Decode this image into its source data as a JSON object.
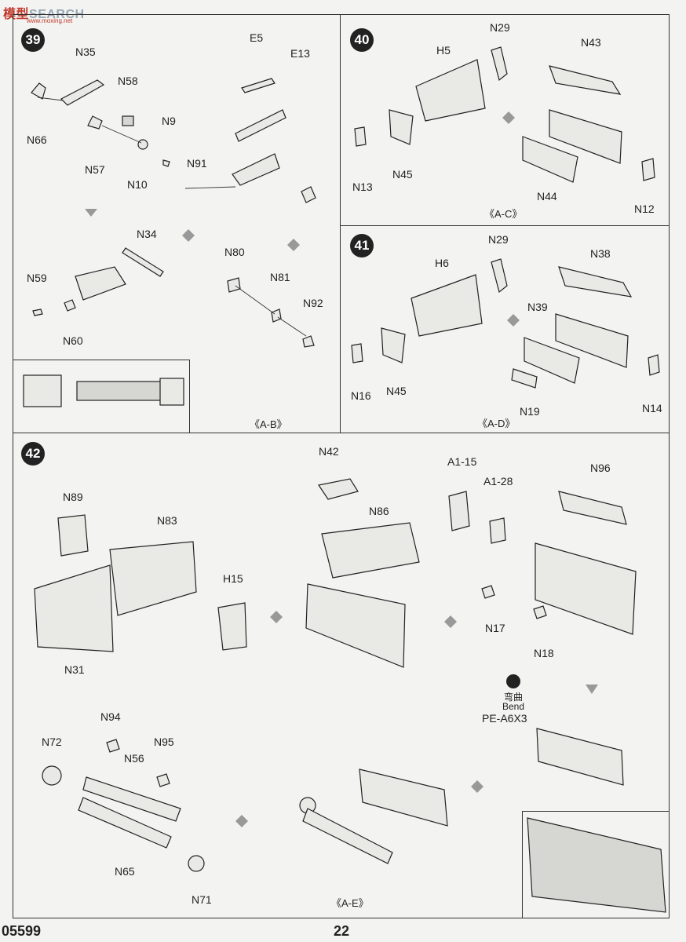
{
  "watermark": {
    "cn": "模型",
    "en": "SEARCH",
    "sub": "www.moxing.net"
  },
  "footer": {
    "code": "05599",
    "page": "22"
  },
  "steps": {
    "s39": {
      "number": "39",
      "labels": [
        "N35",
        "N58",
        "E5",
        "E13",
        "N66",
        "N9",
        "N57",
        "N10",
        "N91",
        "N34",
        "N80",
        "N59",
        "N81",
        "N92",
        "N60"
      ],
      "subassembly": "《A-B》"
    },
    "s40": {
      "number": "40",
      "labels": [
        "N29",
        "H5",
        "N43",
        "N13",
        "N45",
        "N44",
        "N12"
      ],
      "subassembly": "《A-C》"
    },
    "s41": {
      "number": "41",
      "labels": [
        "N29",
        "H6",
        "N38",
        "N39",
        "N16",
        "N45",
        "N19",
        "N14"
      ],
      "subassembly": "《A-D》"
    },
    "s42": {
      "number": "42",
      "labels": [
        "N42",
        "A1-15",
        "A1-28",
        "N96",
        "N89",
        "N83",
        "N86",
        "H15",
        "N31",
        "N17",
        "N18",
        "N94",
        "N72",
        "N95",
        "N56",
        "N65",
        "N71"
      ],
      "bend_cn": "弯曲",
      "bend_en": "Bend",
      "pe_part": "PE-A6X3",
      "subassembly": "《A-E》"
    }
  }
}
